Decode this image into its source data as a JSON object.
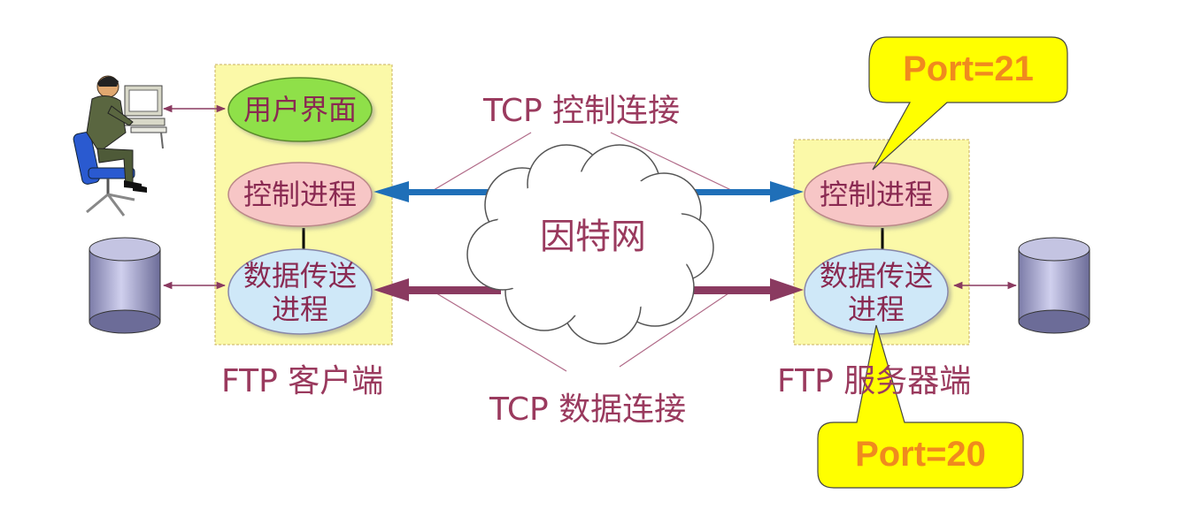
{
  "client": {
    "label": "FTP 客户端",
    "user_interface": "用户界面",
    "control_process": "控制进程",
    "data_process_line1": "数据传送",
    "data_process_line2": "进程"
  },
  "server": {
    "label": "FTP 服务器端",
    "control_process": "控制进程",
    "data_process_line1": "数据传送",
    "data_process_line2": "进程",
    "control_port": "Port=21",
    "data_port": "Port=20"
  },
  "network": {
    "name": "因特网",
    "control_connection": "TCP 控制连接",
    "data_connection": "TCP 数据连接"
  },
  "colors": {
    "label_text": "#9a3a5e",
    "panel_fill": "#fbf9a8",
    "user_interface_fill": "#8fe04a",
    "control_process_fill": "#f7c6c6",
    "data_process_fill": "#cfe8f8",
    "control_arrow": "#1f6fb8",
    "data_arrow": "#8a3a60",
    "callout_fill": "#ffff00",
    "callout_text": "#f08a1e"
  },
  "icons": [
    "user-at-computer-icon",
    "database-icon"
  ]
}
